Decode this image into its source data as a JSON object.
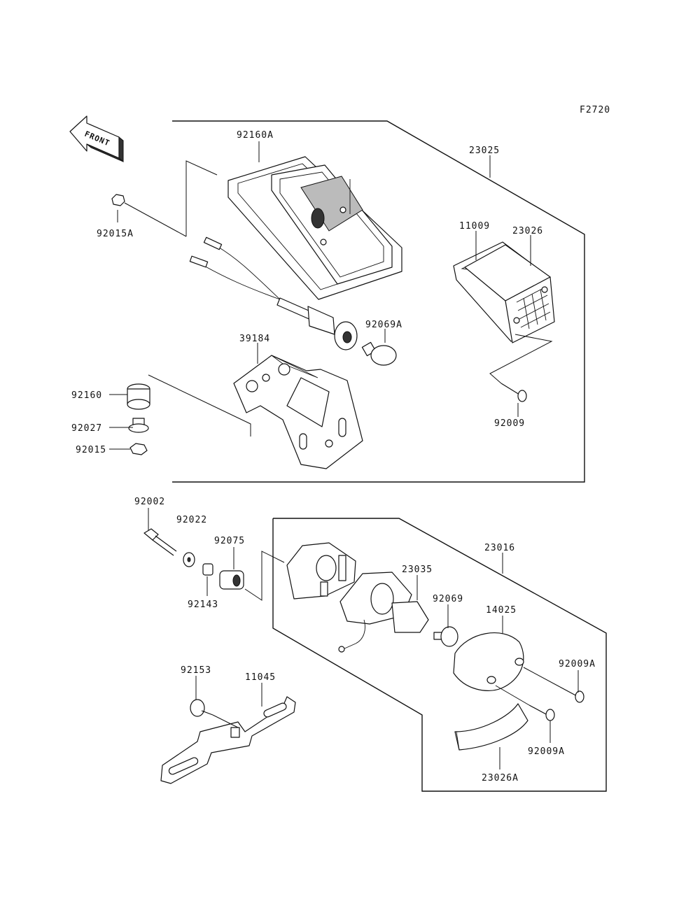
{
  "figure_code": "F2720",
  "front_arrow_label": "FRONT",
  "upper_group_labels": {
    "taillight_assy": "23025",
    "base_gasket": "92160A",
    "nut_a": "92015A",
    "lens": "11009",
    "lens_cover": "23026",
    "bulb": "92069A",
    "bracket": "39184",
    "damper": "92160",
    "collar": "92027",
    "nut": "92015",
    "screw": "92009"
  },
  "lower_group_labels": {
    "bolt": "92002",
    "washer": "92022",
    "damper": "92075",
    "collar": "92143",
    "license_light_assy": "23016",
    "socket": "23035",
    "bulb": "92069",
    "cover": "14025",
    "screw_upper": "92009A",
    "screw_lower": "92009A",
    "lens": "23026A",
    "screw_plate": "92153",
    "license_bracket": "11045"
  },
  "colors": {
    "ink": "#111111",
    "background": "#ffffff"
  }
}
